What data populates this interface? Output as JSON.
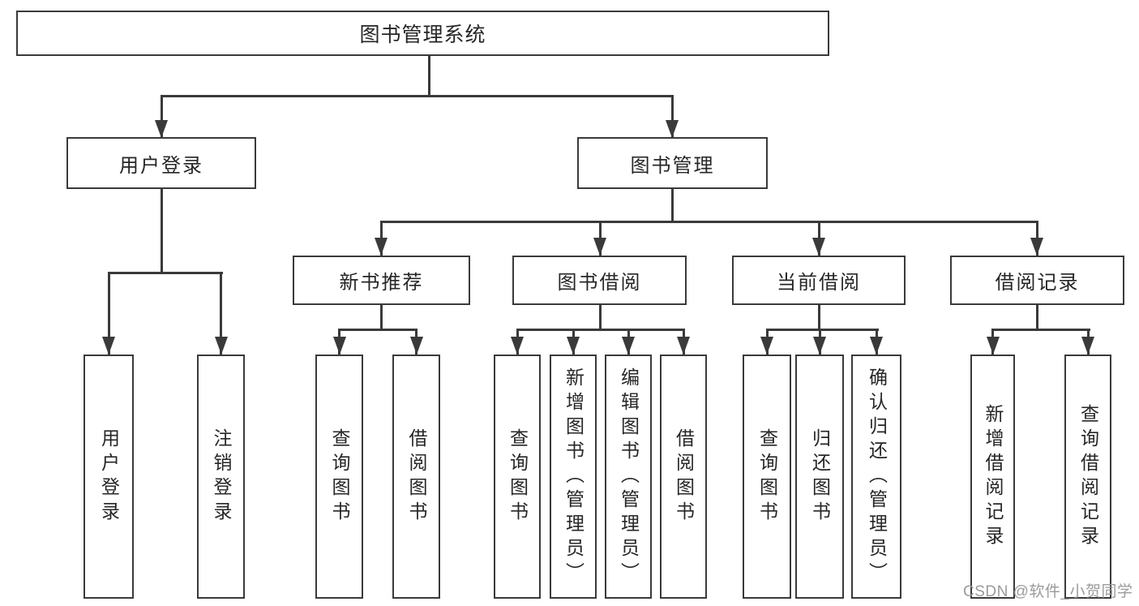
{
  "tree": {
    "label": "图书管理系统",
    "children": [
      {
        "label": "用户登录",
        "children": [
          {
            "label": "用户登录"
          },
          {
            "label": "注销登录"
          }
        ]
      },
      {
        "label": "图书管理",
        "children": [
          {
            "label": "新书推荐",
            "children": [
              {
                "label": "查询图书"
              },
              {
                "label": "借阅图书"
              }
            ]
          },
          {
            "label": "图书借阅",
            "children": [
              {
                "label": "查询图书"
              },
              {
                "label": "新增图书（管理员）"
              },
              {
                "label": "编辑图书（管理员）"
              },
              {
                "label": "借阅图书"
              }
            ]
          },
          {
            "label": "当前借阅",
            "children": [
              {
                "label": "查询图书"
              },
              {
                "label": "归还图书"
              },
              {
                "label": "确认归还（管理员）"
              }
            ]
          },
          {
            "label": "借阅记录",
            "children": [
              {
                "label": "新增借阅记录"
              },
              {
                "label": "查询借阅记录"
              }
            ]
          }
        ]
      }
    ]
  },
  "watermark": "CSDN @软件_小贺同学",
  "colors": {
    "line": "#3a3a3a",
    "text": "#262626",
    "background": "#ffffff",
    "watermark": "#9b9b9b"
  }
}
